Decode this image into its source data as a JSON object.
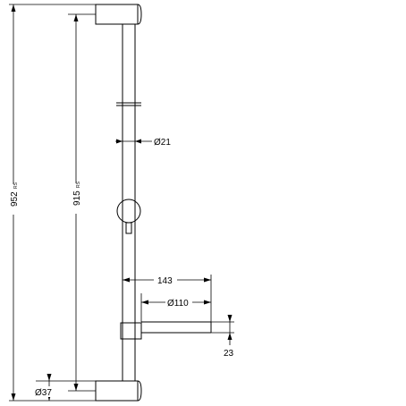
{
  "dimensions": {
    "total_height": {
      "value": "952",
      "suffix": "RS"
    },
    "center_height": {
      "value": "915",
      "suffix": "RS"
    },
    "rail_diameter": "Ø21",
    "projection": "143",
    "soap_dish_diameter": "Ø110",
    "soap_dish_height": "23",
    "bracket_diameter": "Ø37"
  }
}
